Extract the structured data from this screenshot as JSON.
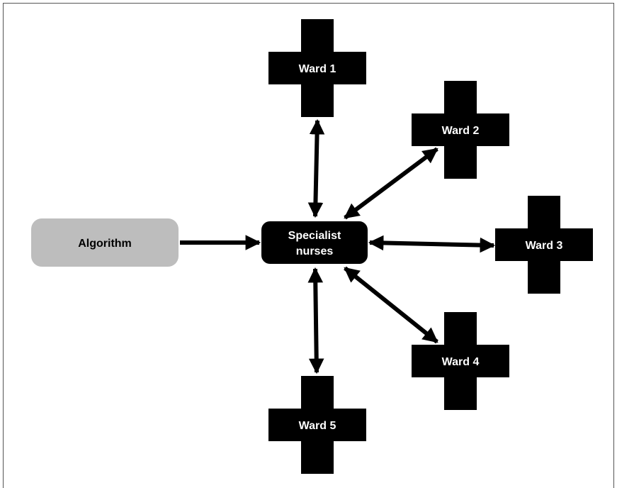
{
  "source": {
    "label": "Algorithm",
    "fill": "#bdbdbd"
  },
  "hub": {
    "line1": "Specialist",
    "line2": "nurses",
    "fill": "#000000",
    "text_color": "#ffffff"
  },
  "wards": [
    {
      "label": "Ward 1"
    },
    {
      "label": "Ward 2"
    },
    {
      "label": "Ward 3"
    },
    {
      "label": "Ward 4"
    },
    {
      "label": "Ward 5"
    }
  ],
  "colors": {
    "arrow": "#000000",
    "ward_fill": "#000000",
    "ward_text": "#ffffff"
  }
}
